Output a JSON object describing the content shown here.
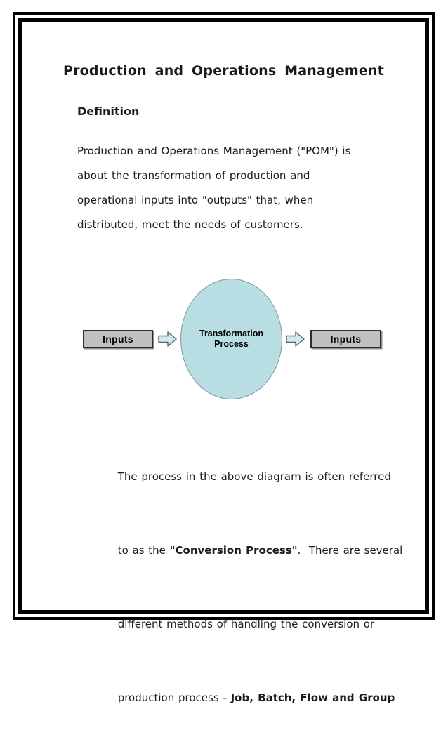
{
  "page": {
    "title": "Production and Operations Management",
    "definition_heading": "Definition"
  },
  "intro_paragraph": {
    "lines": [
      "Production and Operations Management (\"POM\") is",
      "about the transformation of production and",
      "operational inputs into \"outputs\" that, when",
      "distributed, meet the needs of customers."
    ]
  },
  "diagram": {
    "left_box_label": "Inputs",
    "ellipse_label": "Transformation Process",
    "right_box_label": "Inputs",
    "colors": {
      "box_fill": "#c0c0c0",
      "ellipse_fill": "#b8dde2",
      "arrow_fill": "#cfe9ec",
      "border_color": "#000000"
    }
  },
  "closing_paragraph": {
    "line1": "The process in the above diagram is often referred",
    "line2_pre": "to as the ",
    "line2_bold": "\"Conversion Process\"",
    "line2_post": ".  There are several",
    "line3": "different methods of handling the conversion or",
    "line4_pre": "production process - ",
    "line4_bold": "Job, Batch, Flow and Group"
  }
}
